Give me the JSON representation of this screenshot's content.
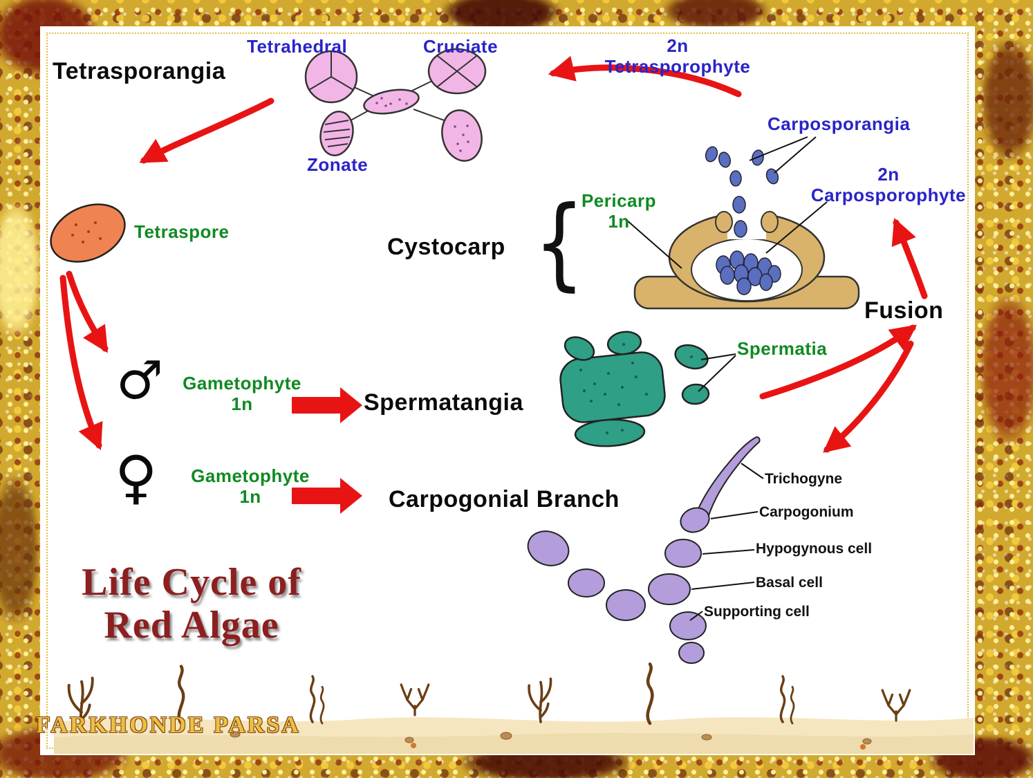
{
  "title": {
    "line1": "Life Cycle of",
    "line2": "Red Algae"
  },
  "watermark": "FARKHONDE PARSA",
  "stages": {
    "tetrasporangia": "Tetrasporangia",
    "cystocarp": "Cystocarp",
    "spermatangia": "Spermatangia",
    "carpogonial_branch": "Carpogonial Branch",
    "fusion": "Fusion"
  },
  "spores": {
    "tetrahedral": "Tetrahedral",
    "cruciate": "Cruciate",
    "zonate": "Zonate"
  },
  "phases": {
    "tetrasporophyte": {
      "ploidy": "2n",
      "name": "Tetrasporophyte"
    },
    "carposporophyte": {
      "ploidy": "2n",
      "name": "Carposporophyte"
    }
  },
  "structures": {
    "carposporangia": "Carposporangia",
    "pericarp": {
      "name": "Pericarp",
      "ploidy": "1n"
    },
    "tetraspore": "Tetraspore",
    "spermatia": "Spermatia"
  },
  "gametophytes": {
    "male": {
      "symbol": "♂",
      "name": "Gametophyte",
      "ploidy": "1n"
    },
    "female": {
      "symbol": "♀",
      "name": "Gametophyte",
      "ploidy": "1n"
    }
  },
  "cells": {
    "trichogyne": "Trichogyne",
    "carpogonium": "Carpogonium",
    "hypogynous_cell": "Hypogynous cell",
    "basal_cell": "Basal cell",
    "supporting_cell": "Supporting cell"
  },
  "glyphs": {
    "brace": "{"
  },
  "colors": {
    "label_blue": "#2a24c8",
    "label_green": "#0f8a22",
    "label_black": "#111111",
    "arrow_red": "#e81414",
    "title_maroon": "#8c1f1f",
    "cell_pink": "#f2b6e6",
    "cell_orange": "#ef8352",
    "cell_teal": "#2f9f85",
    "cell_purple": "#b39ddb",
    "carpospore_blue": "#5b6fc0",
    "cystocarp_tan": "#d9b36c",
    "sand": "#f6e6bf",
    "border_gold": "#d8af3a"
  }
}
